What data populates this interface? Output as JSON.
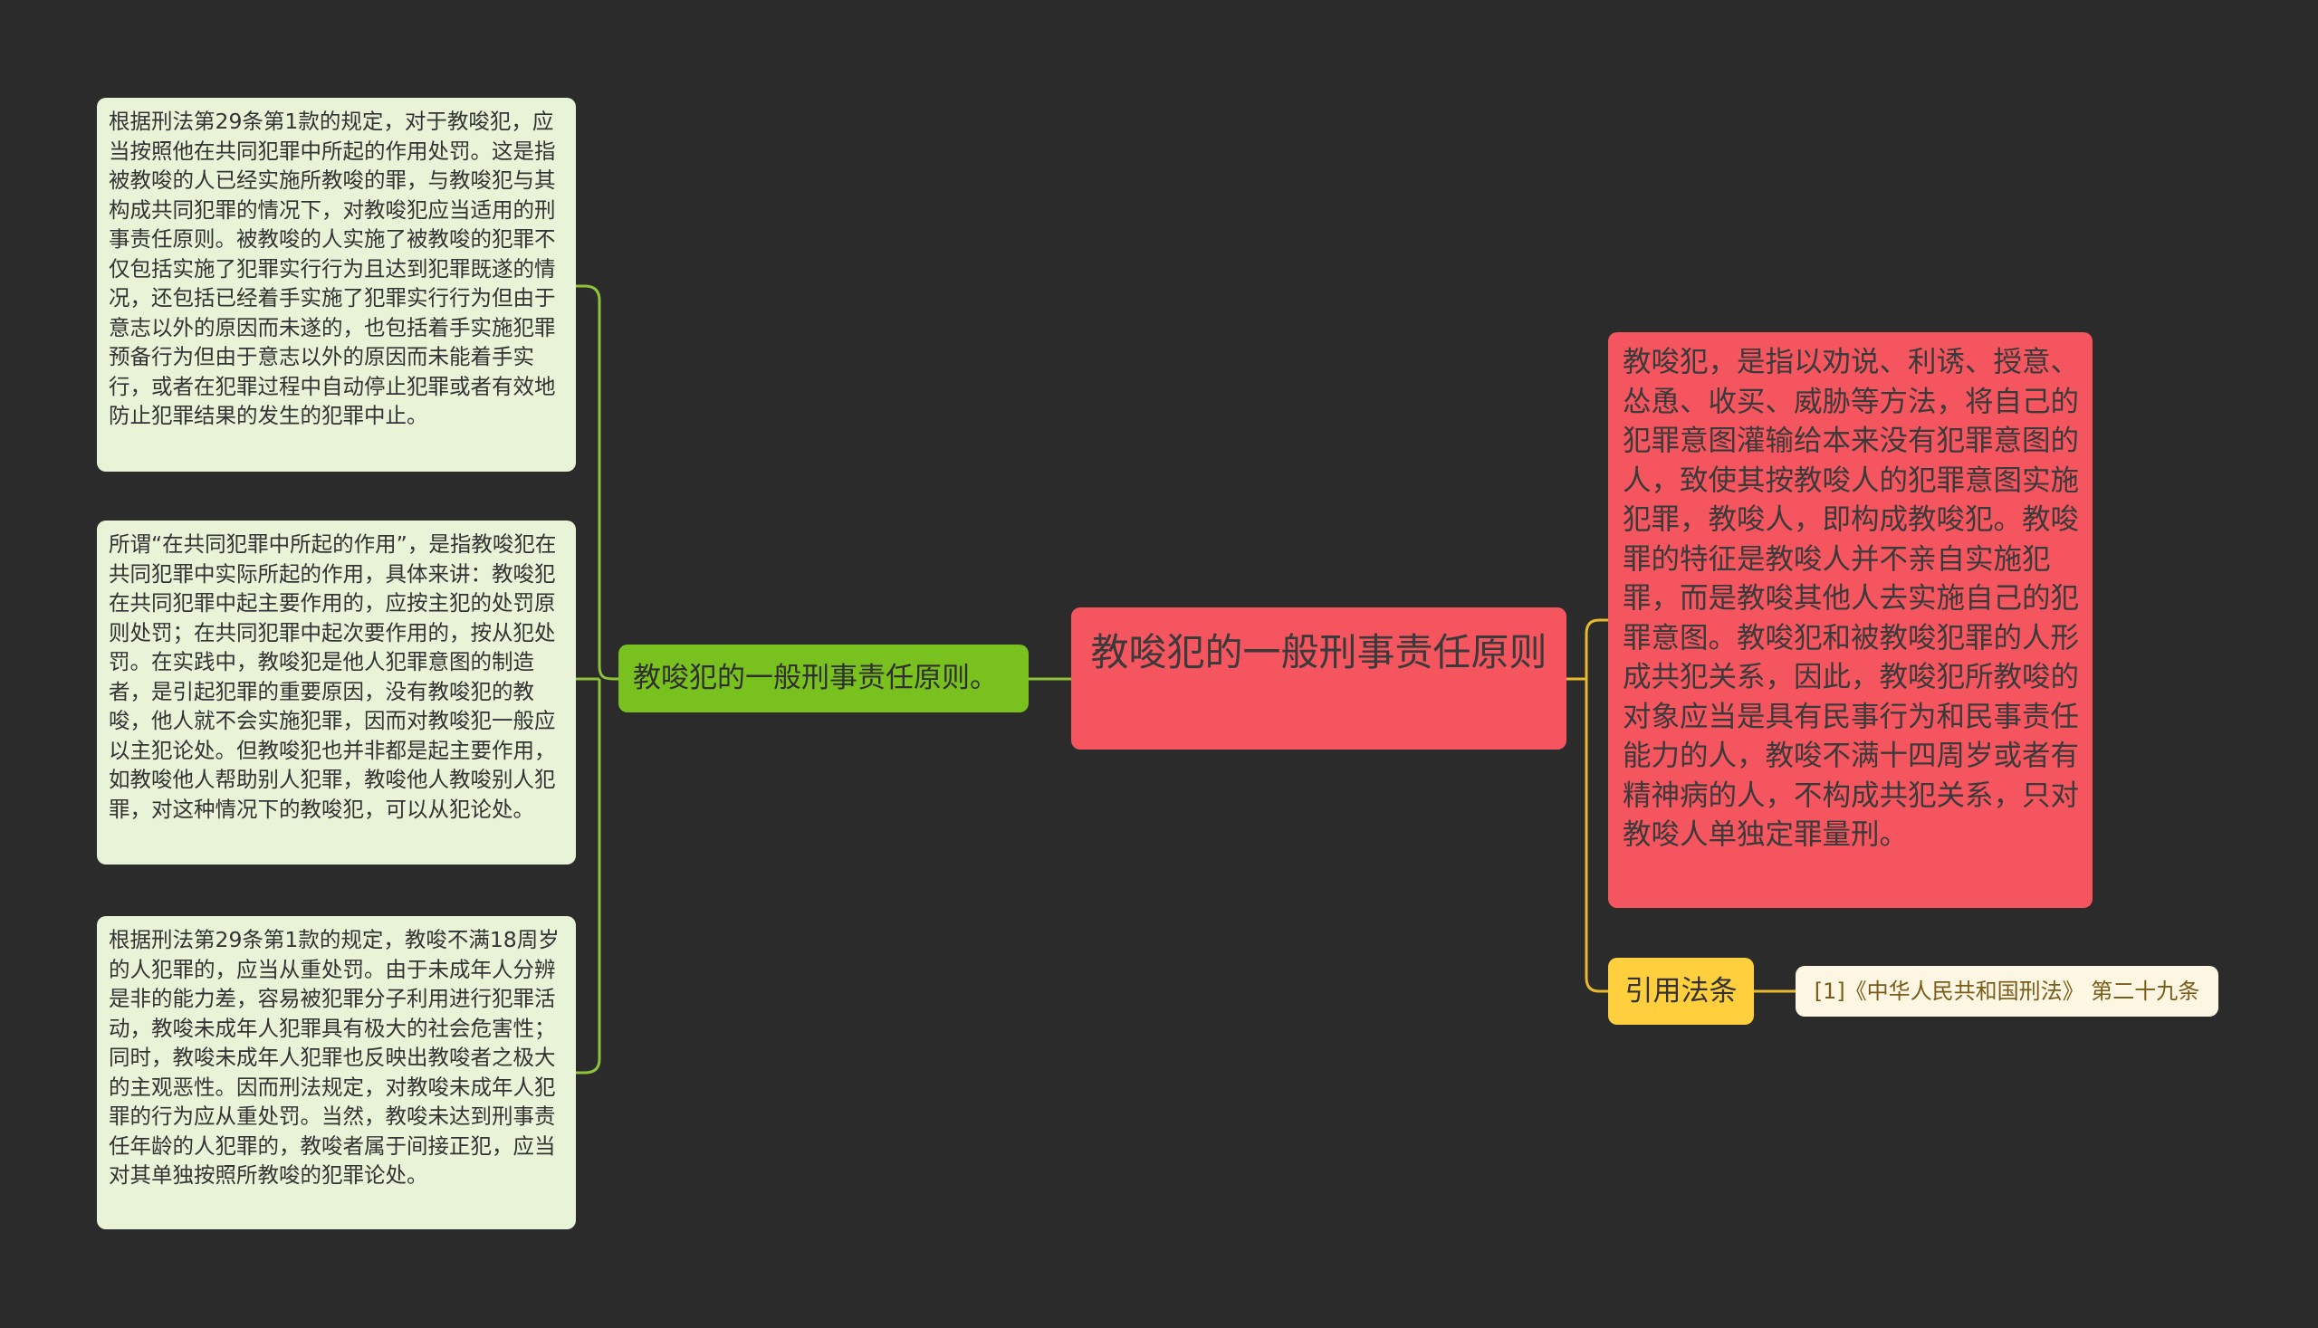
{
  "root": {
    "title": "教唆犯的一般刑事责任原则"
  },
  "left_branch": {
    "label": "教唆犯的一般刑事责任原则。",
    "children": [
      "根据刑法第29条第1款的规定，对于教唆犯，应当按照他在共同犯罪中所起的作用处罚。这是指被教唆的人已经实施所教唆的罪，与教唆犯与其构成共同犯罪的情况下，对教唆犯应当适用的刑事责任原则。被教唆的人实施了被教唆的犯罪不仅包括实施了犯罪实行行为且达到犯罪既遂的情况，还包括已经着手实施了犯罪实行行为但由于意志以外的原因而未遂的，也包括着手实施犯罪预备行为但由于意志以外的原因而未能着手实行，或者在犯罪过程中自动停止犯罪或者有效地防止犯罪结果的发生的犯罪中止。",
      "所谓“在共同犯罪中所起的作用”，是指教唆犯在共同犯罪中实际所起的作用，具体来讲：教唆犯在共同犯罪中起主要作用的，应按主犯的处罚原则处罚；在共同犯罪中起次要作用的，按从犯处罚。在实践中，教唆犯是他人犯罪意图的制造者，是引起犯罪的重要原因，没有教唆犯的教唆，他人就不会实施犯罪，因而对教唆犯一般应以主犯论处。但教唆犯也并非都是起主要作用，如教唆他人帮助别人犯罪，教唆他人教唆别人犯罪，对这种情况下的教唆犯，可以从犯论处。",
      "根据刑法第29条第1款的规定，教唆不满18周岁的人犯罪的，应当从重处罚。由于未成年人分辨是非的能力差，容易被犯罪分子利用进行犯罪活动，教唆未成年人犯罪具有极大的社会危害性；同时，教唆未成年人犯罪也反映出教唆者之极大的主观恶性。因而刑法规定，对教唆未成年人犯罪的行为应从重处罚。当然，教唆未达到刑事责任年龄的人犯罪的，教唆者属于间接正犯，应当对其单独按照所教唆的犯罪论处。"
    ]
  },
  "right_branches": {
    "definition": "教唆犯，是指以劝说、利诱、授意、怂恿、收买、威胁等方法，将自己的犯罪意图灌输给本来没有犯罪意图的人，致使其按教唆人的犯罪意图实施犯罪，教唆人，即构成教唆犯。教唆罪的特征是教唆人并不亲自实施犯罪，而是教唆其他人去实施自己的犯罪意图。教唆犯和被教唆犯罪的人形成共犯关系，因此，教唆犯所教唆的对象应当是具有民事行为和民事责任能力的人，教唆不满十四周岁或者有精神病的人，不构成共犯关系，只对教唆人单独定罪量刑。",
    "citation_label": "引用法条",
    "citation_item": "[1]《中华人民共和国刑法》 第二十九条"
  },
  "colors": {
    "background": "#2b2b2b",
    "root": "#f4555e",
    "left_branch": "#78c11e",
    "left_leaf": "#e9f3d8",
    "left_connector": "#8fc23a",
    "right_definition": "#f4555e",
    "right_citation": "#ffcf3d",
    "citation_leaf": "#fcf6e2",
    "right_connector": "#e8b92c"
  }
}
